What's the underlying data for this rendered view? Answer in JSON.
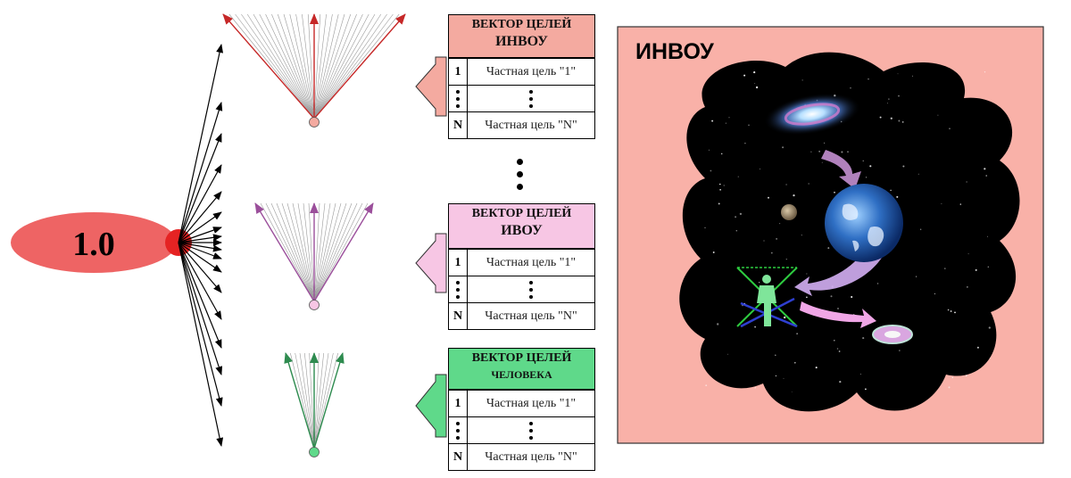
{
  "center_value": "1.0",
  "tables": [
    {
      "id": "invou",
      "title_line1": "ВЕКТОР ЦЕЛЕЙ",
      "title_line2": "ИНВОУ",
      "header_color": "#f4aaa0",
      "accent_color": "#c62828",
      "rows": [
        {
          "index": "1",
          "text": "Частная цель \"1\""
        },
        {
          "index": "",
          "text": ""
        },
        {
          "index": "N",
          "text": "Частная цель \"N\""
        }
      ]
    },
    {
      "id": "ivou",
      "title_line1": "ВЕКТОР ЦЕЛЕЙ",
      "title_line2": "ИВОУ",
      "header_color": "#f7c6e4",
      "accent_color": "#9b4f9b",
      "rows": [
        {
          "index": "1",
          "text": "Частная цель \"1\""
        },
        {
          "index": "",
          "text": ""
        },
        {
          "index": "N",
          "text": "Частная цель \"N\""
        }
      ]
    },
    {
      "id": "human",
      "title_line1": "ВЕКТОР ЦЕЛЕЙ",
      "title_line2": "ЧЕЛОВЕКА",
      "header_color": "#5fd98a",
      "accent_color": "#2e8b4f",
      "rows": [
        {
          "index": "1",
          "text": "Частная цель \"1\""
        },
        {
          "index": "",
          "text": ""
        },
        {
          "index": "N",
          "text": "Частная цель \"N\""
        }
      ]
    }
  ],
  "space_panel": {
    "title": "ИНВОУ",
    "background_color": "#f9b1a8",
    "space_color": "#000000"
  },
  "colors": {
    "source_ellipse": "#ee6464",
    "source_dot": "#e52323"
  }
}
